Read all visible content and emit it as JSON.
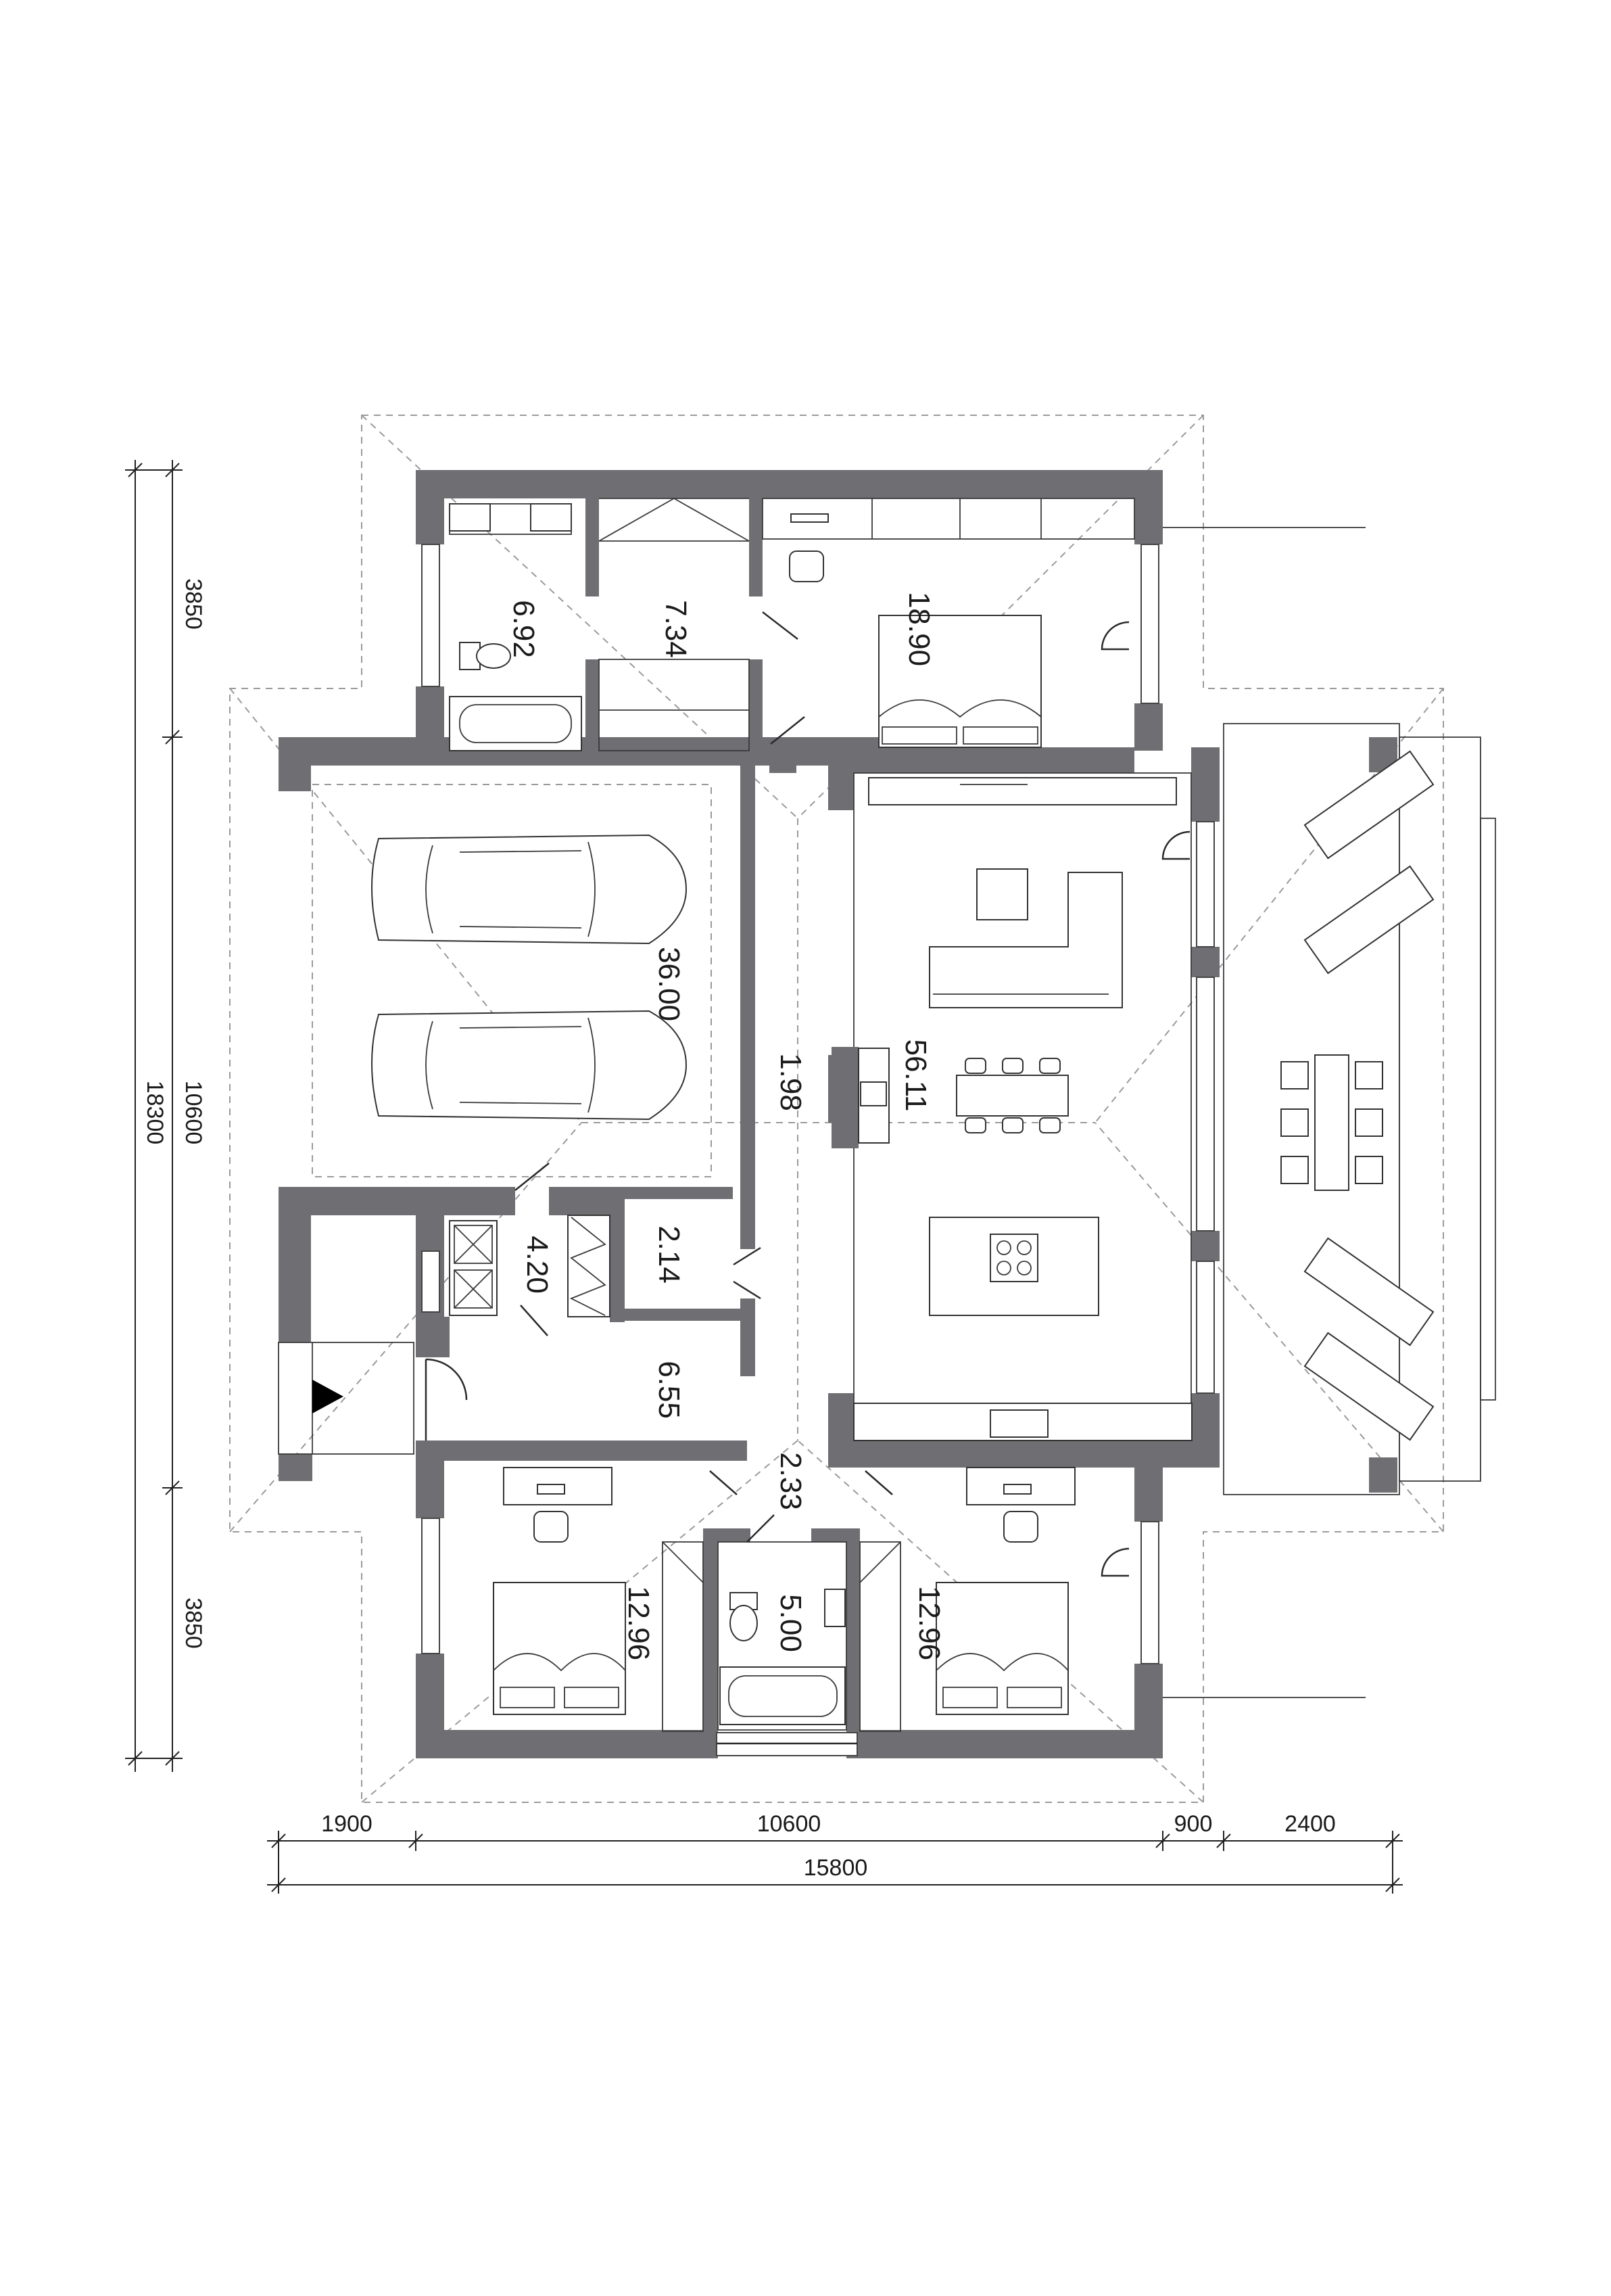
{
  "rooms": {
    "bathroom_top": "6.92",
    "wardrobe_top": "7.34",
    "bedroom_top_right": "18.90",
    "garage": "36.00",
    "hall": "1.98",
    "living": "56.11",
    "utility": "4.20",
    "closet": "2.14",
    "vestibule": "6.55",
    "corridor": "2.33",
    "bedroom_bottom_left": "12.96",
    "bathroom_bottom": "5.00",
    "bedroom_bottom_right": "12.96"
  },
  "dimensions": {
    "left_top": "3850",
    "left_middle": "10600",
    "left_overall": "18300",
    "left_bottom": "3850",
    "bottom_1": "1900",
    "bottom_2": "10600",
    "bottom_3": "900",
    "bottom_4": "2400",
    "bottom_overall": "15800"
  },
  "icons": [
    "entrance-arrow-icon",
    "car-icon",
    "bathtub-icon",
    "toilet-icon",
    "bed-icon",
    "chair-icon",
    "sink-icon",
    "hob-icon",
    "sun-lounger-icon"
  ]
}
